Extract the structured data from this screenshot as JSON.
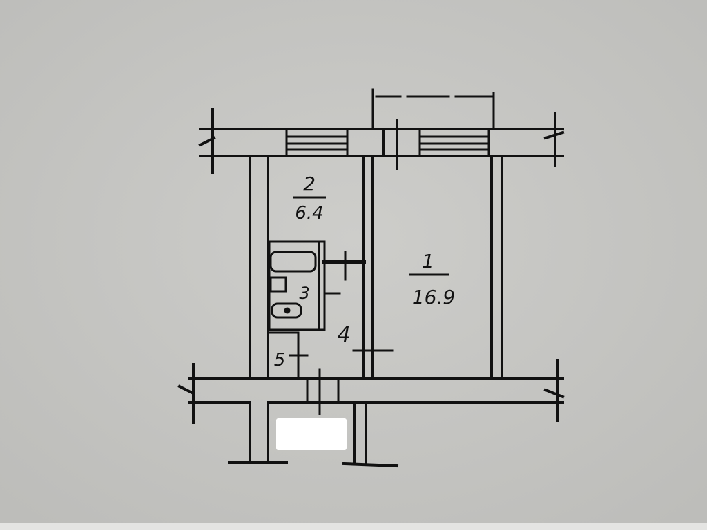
{
  "colors": {
    "paper": "#c8c8c5",
    "ink": "#111111",
    "redaction": "#ffffff",
    "bottom_edge": "#e4e4e2"
  },
  "rooms": [
    {
      "number": "1",
      "area": "16.9"
    },
    {
      "number": "2",
      "area": "6.4"
    },
    {
      "number": "3"
    },
    {
      "number": "4"
    },
    {
      "number": "5"
    }
  ]
}
